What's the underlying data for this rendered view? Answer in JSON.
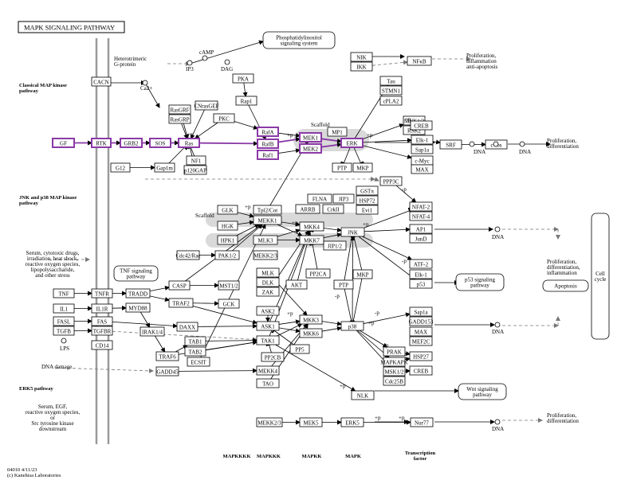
{
  "title": "MAPK SIGNALING PATHWAY",
  "footer": [
    "04010 4/11/23",
    "(c) Kanehisa Laboratories"
  ],
  "colors": {
    "highlight": "#8a3aa6",
    "scaffold": "#d9d9d9",
    "line": "#000000",
    "dashed": "#777777",
    "membrane": "#9a9a9a"
  },
  "section_labels": [
    {
      "id": "classical",
      "lines": [
        "Classical MAP kinase",
        "pathway"
      ]
    },
    {
      "id": "jnk",
      "lines": [
        "JNK and p38 MAP kinase",
        "pathway"
      ]
    },
    {
      "id": "erk5",
      "lines": [
        "ERK5 pathway"
      ]
    }
  ],
  "stimuli": [
    {
      "id": "stress",
      "lines": [
        "Serum, cytotoxic drugs,",
        "irradiation, heat shock,",
        "reactive oxygen species,",
        "lipopolysaccharide,",
        "and other stress"
      ]
    },
    {
      "id": "erk5in",
      "lines": [
        "Serum, EGF,",
        "reactive oxygen species,",
        "or",
        "Src tyrosine kinase",
        "downstream"
      ]
    },
    {
      "id": "dna",
      "lines": [
        "DNA damage"
      ]
    },
    {
      "id": "hetero",
      "lines": [
        "Heterotrimeric",
        "G-protein"
      ]
    }
  ],
  "small_labels": [
    {
      "id": "ip3",
      "text": "IP3"
    },
    {
      "id": "ca",
      "text": "Ca2+"
    },
    {
      "id": "camp",
      "text": "cAMP"
    },
    {
      "id": "dag",
      "text": "DAG"
    },
    {
      "id": "lps",
      "text": "LPS"
    },
    {
      "id": "scaffold1",
      "text": "Scaffold"
    },
    {
      "id": "scaffold2",
      "text": "Scaffold"
    },
    {
      "id": "dna1",
      "text": "DNA"
    },
    {
      "id": "dna2",
      "text": "DNA"
    },
    {
      "id": "dna3",
      "text": "DNA"
    },
    {
      "id": "dna4",
      "text": "DNA"
    },
    {
      "id": "dna5",
      "text": "DNA"
    }
  ],
  "outcomes": [
    {
      "id": "out1",
      "lines": [
        "Proliferation,",
        "inflammation",
        "anti-apoptosis"
      ]
    },
    {
      "id": "out2",
      "lines": [
        "Proliferation,",
        "differentiation"
      ]
    },
    {
      "id": "out3",
      "lines": [
        "Proliferation,",
        "differentiation,",
        "inflammation"
      ]
    },
    {
      "id": "out4",
      "lines": [
        "Proliferation,",
        "differentiation"
      ]
    }
  ],
  "map_links": [
    {
      "id": "phos",
      "lines": [
        "Phosphatidylinositol",
        "signaling system"
      ]
    },
    {
      "id": "tnf",
      "lines": [
        "TNF signaling",
        "pathway"
      ]
    },
    {
      "id": "p53",
      "lines": [
        "p53 signaling",
        "pathway"
      ]
    },
    {
      "id": "wnt",
      "lines": [
        "Wnt signaling",
        "pathway"
      ]
    },
    {
      "id": "apop",
      "lines": [
        "Apoptosis"
      ]
    },
    {
      "id": "cell",
      "lines": [
        "Cell",
        "cycle"
      ]
    }
  ],
  "nodes": [
    {
      "id": "n_cacn",
      "label": "CACN",
      "hl": false
    },
    {
      "id": "n_gf",
      "label": "GF",
      "hl": true
    },
    {
      "id": "n_rtk",
      "label": "RTK",
      "hl": true
    },
    {
      "id": "n_grb2",
      "label": "GRB2",
      "hl": true
    },
    {
      "id": "n_sos",
      "label": "SOS",
      "hl": true
    },
    {
      "id": "n_ras",
      "label": "Ras",
      "hl": true
    },
    {
      "id": "n_rasgrf",
      "label": "RasGRF",
      "hl": false
    },
    {
      "id": "n_rasgrp",
      "label": "RasGRP",
      "hl": false
    },
    {
      "id": "n_cnrasgef",
      "label": "CNrasGEF",
      "hl": false
    },
    {
      "id": "n_pkc",
      "label": "PKC",
      "hl": false
    },
    {
      "id": "n_pka",
      "label": "PKA",
      "hl": false
    },
    {
      "id": "n_rap1",
      "label": "Rap1",
      "hl": false
    },
    {
      "id": "n_rafa",
      "label": "RafA",
      "hl": true
    },
    {
      "id": "n_rafb",
      "label": "RafB",
      "hl": true
    },
    {
      "id": "n_raf1",
      "label": "Raf1",
      "hl": true
    },
    {
      "id": "n_g12",
      "label": "G12",
      "hl": false
    },
    {
      "id": "n_gap1m",
      "label": "Gap1m",
      "hl": false
    },
    {
      "id": "n_nf1",
      "label": "NF1",
      "hl": false
    },
    {
      "id": "n_p120gap",
      "label": "p120GAP",
      "hl": false
    },
    {
      "id": "n_mek1",
      "label": "MEK1",
      "hl": true
    },
    {
      "id": "n_mek2",
      "label": "MEK2",
      "hl": true
    },
    {
      "id": "n_mp1",
      "label": "MP1",
      "hl": false
    },
    {
      "id": "n_erk",
      "label": "ERK",
      "hl": true
    },
    {
      "id": "n_ptp1",
      "label": "PTP",
      "hl": false
    },
    {
      "id": "n_mkp1",
      "label": "MKP",
      "hl": false
    },
    {
      "id": "n_nik",
      "label": "NIK",
      "hl": false
    },
    {
      "id": "n_ikk",
      "label": "IKK",
      "hl": false
    },
    {
      "id": "n_nfkb",
      "label": "NFκB",
      "hl": false
    },
    {
      "id": "n_tau",
      "label": "Tau",
      "hl": false
    },
    {
      "id": "n_stmn1",
      "label": "STMN1",
      "hl": false
    },
    {
      "id": "n_cpla2",
      "label": "cPLA2",
      "hl": false
    },
    {
      "id": "n_mnk12",
      "label": "MNK1/2",
      "hl": false
    },
    {
      "id": "n_rsk2",
      "label": "RSK2",
      "hl": false
    },
    {
      "id": "n_creb1",
      "label": "CREB",
      "hl": false
    },
    {
      "id": "n_elk1a",
      "label": "Elk-1",
      "hl": false
    },
    {
      "id": "n_sap1a",
      "label": "Sap1a",
      "hl": false
    },
    {
      "id": "n_cmyc",
      "label": "c-Myc",
      "hl": false
    },
    {
      "id": "n_max1",
      "label": "MAX",
      "hl": false
    },
    {
      "id": "n_srf",
      "label": "SRF",
      "hl": false
    },
    {
      "id": "n_cfos",
      "label": "c-fos",
      "hl": false
    },
    {
      "id": "n_ppp3c",
      "label": "PPP3C",
      "hl": false
    },
    {
      "id": "n_glk",
      "label": "GLK",
      "hl": false
    },
    {
      "id": "n_hgk",
      "label": "HGK",
      "hl": false
    },
    {
      "id": "n_tpl2",
      "label": "Tpl2/Cot",
      "hl": false
    },
    {
      "id": "n_mekk1",
      "label": "MEKK1",
      "hl": false
    },
    {
      "id": "n_hpk1",
      "label": "HPK1",
      "hl": false
    },
    {
      "id": "n_mlk3",
      "label": "MLK3",
      "hl": false
    },
    {
      "id": "n_cdc42",
      "label": "Cdc42/Rac",
      "hl": false
    },
    {
      "id": "n_pak12",
      "label": "PAK1/2",
      "hl": false
    },
    {
      "id": "n_mekk23",
      "label": "MEKK2/3",
      "hl": false
    },
    {
      "id": "n_flna",
      "label": "FLNA",
      "hl": false
    },
    {
      "id": "n_jip3",
      "label": "JIP3",
      "hl": false
    },
    {
      "id": "n_arrb",
      "label": "ARRB",
      "hl": false
    },
    {
      "id": "n_crkii",
      "label": "CrkII",
      "hl": false
    },
    {
      "id": "n_gstpi",
      "label": "GSTπ",
      "hl": false
    },
    {
      "id": "n_hspb1",
      "label": "HSP72",
      "hl": false
    },
    {
      "id": "n_evi1",
      "label": "Evi1",
      "hl": false
    },
    {
      "id": "n_mkk4",
      "label": "MKK4",
      "hl": false
    },
    {
      "id": "n_mkk7",
      "label": "MKK7",
      "hl": false
    },
    {
      "id": "n_jip12",
      "label": "JIP1/2",
      "hl": false
    },
    {
      "id": "n_jnk",
      "label": "JNK",
      "hl": false
    },
    {
      "id": "n_nfat2",
      "label": "NFAT-2",
      "hl": false
    },
    {
      "id": "n_nfat4",
      "label": "NFAT-4",
      "hl": false
    },
    {
      "id": "n_ap1",
      "label": "AP1",
      "hl": false
    },
    {
      "id": "n_jund",
      "label": "JunD",
      "hl": false
    },
    {
      "id": "n_atf2a",
      "label": "ATF-2",
      "hl": false
    },
    {
      "id": "n_elk1b",
      "label": "Elk-1",
      "hl": false
    },
    {
      "id": "n_p53",
      "label": "p53",
      "hl": false
    },
    {
      "id": "n_mlk",
      "label": "MLK",
      "hl": false
    },
    {
      "id": "n_dlk",
      "label": "DLK",
      "hl": false
    },
    {
      "id": "n_zak",
      "label": "ZAK",
      "hl": false
    },
    {
      "id": "n_akt",
      "label": "AKT",
      "hl": false
    },
    {
      "id": "n_pp2ca",
      "label": "PP2CA",
      "hl": false
    },
    {
      "id": "n_ptp2",
      "label": "PTP",
      "hl": false
    },
    {
      "id": "n_mkp2",
      "label": "MKP",
      "hl": false
    },
    {
      "id": "n_ask2",
      "label": "ASK2",
      "hl": false
    },
    {
      "id": "n_ask1",
      "label": "ASK1",
      "hl": false
    },
    {
      "id": "n_mkk3",
      "label": "MKK3",
      "hl": false
    },
    {
      "id": "n_mkk6",
      "label": "MKK6",
      "hl": false
    },
    {
      "id": "n_p38",
      "label": "p38",
      "hl": false
    },
    {
      "id": "n_tak1",
      "label": "TAK1",
      "hl": false
    },
    {
      "id": "n_pp5",
      "label": "PP5",
      "hl": false
    },
    {
      "id": "n_pp2cb",
      "label": "PP2CB",
      "hl": false
    },
    {
      "id": "n_sap1b",
      "label": "Sap1a",
      "hl": false
    },
    {
      "id": "n_gadd153",
      "label": "GADD153",
      "hl": false
    },
    {
      "id": "n_max2",
      "label": "MAX",
      "hl": false
    },
    {
      "id": "n_mef2c",
      "label": "MEF2C",
      "hl": false
    },
    {
      "id": "n_prak",
      "label": "PRAK",
      "hl": false
    },
    {
      "id": "n_hsp27",
      "label": "HSP27",
      "hl": false
    },
    {
      "id": "n_mapkapk",
      "label": "MAPKAPK",
      "hl": false
    },
    {
      "id": "n_creb2",
      "label": "CREB",
      "hl": false
    },
    {
      "id": "n_msk12",
      "label": "MSK1/2",
      "hl": false
    },
    {
      "id": "n_cdc25b",
      "label": "Cdc25B",
      "hl": false
    },
    {
      "id": "n_tnf",
      "label": "TNF",
      "hl": false
    },
    {
      "id": "n_tnfr",
      "label": "TNFR",
      "hl": false
    },
    {
      "id": "n_tradd",
      "label": "TRADD",
      "hl": false
    },
    {
      "id": "n_casp",
      "label": "CASP",
      "hl": false
    },
    {
      "id": "n_mst12",
      "label": "MST1/2",
      "hl": false
    },
    {
      "id": "n_il1",
      "label": "IL1",
      "hl": false
    },
    {
      "id": "n_il1r",
      "label": "IL1R",
      "hl": false
    },
    {
      "id": "n_myd88",
      "label": "MYD88",
      "hl": false
    },
    {
      "id": "n_traf2",
      "label": "TRAF2",
      "hl": false
    },
    {
      "id": "n_gck",
      "label": "GCK",
      "hl": false
    },
    {
      "id": "n_fasl",
      "label": "FASL",
      "hl": false
    },
    {
      "id": "n_fas",
      "label": "FAS",
      "hl": false
    },
    {
      "id": "n_daxx",
      "label": "DAXX",
      "hl": false
    },
    {
      "id": "n_tgfb",
      "label": "TGFB",
      "hl": false
    },
    {
      "id": "n_tgfbr",
      "label": "TGFBR",
      "hl": false
    },
    {
      "id": "n_irak14",
      "label": "IRAK1/4",
      "hl": false
    },
    {
      "id": "n_tab1",
      "label": "TAB1",
      "hl": false
    },
    {
      "id": "n_tab2",
      "label": "TAB2",
      "hl": false
    },
    {
      "id": "n_traf6",
      "label": "TRAF6",
      "hl": false
    },
    {
      "id": "n_ecsit",
      "label": "ECSIT",
      "hl": false
    },
    {
      "id": "n_cd14",
      "label": "CD14",
      "hl": false
    },
    {
      "id": "n_gadd45",
      "label": "GADD45",
      "hl": false
    },
    {
      "id": "n_mekk4",
      "label": "MEKK4",
      "hl": false
    },
    {
      "id": "n_tao",
      "label": "TAO",
      "hl": false
    },
    {
      "id": "n_nlk",
      "label": "NLK",
      "hl": false
    },
    {
      "id": "n_mekk23b",
      "label": "MEKK2/3",
      "hl": false
    },
    {
      "id": "n_mek5",
      "label": "MEK5",
      "hl": false
    },
    {
      "id": "n_erk5",
      "label": "ERK5",
      "hl": false
    },
    {
      "id": "n_nur77",
      "label": "Nur77",
      "hl": false
    }
  ],
  "bottom_labels": [
    {
      "id": "b1",
      "lines": [
        "MAPKKKK"
      ]
    },
    {
      "id": "b2",
      "lines": [
        "MAPKKK"
      ]
    },
    {
      "id": "b3",
      "lines": [
        "MAPKK"
      ]
    },
    {
      "id": "b4",
      "lines": [
        "MAPK"
      ]
    },
    {
      "id": "b5",
      "lines": [
        "Transcription",
        "factor"
      ]
    }
  ],
  "edge_labels": {
    "act": "+p",
    "inh": "-p"
  }
}
